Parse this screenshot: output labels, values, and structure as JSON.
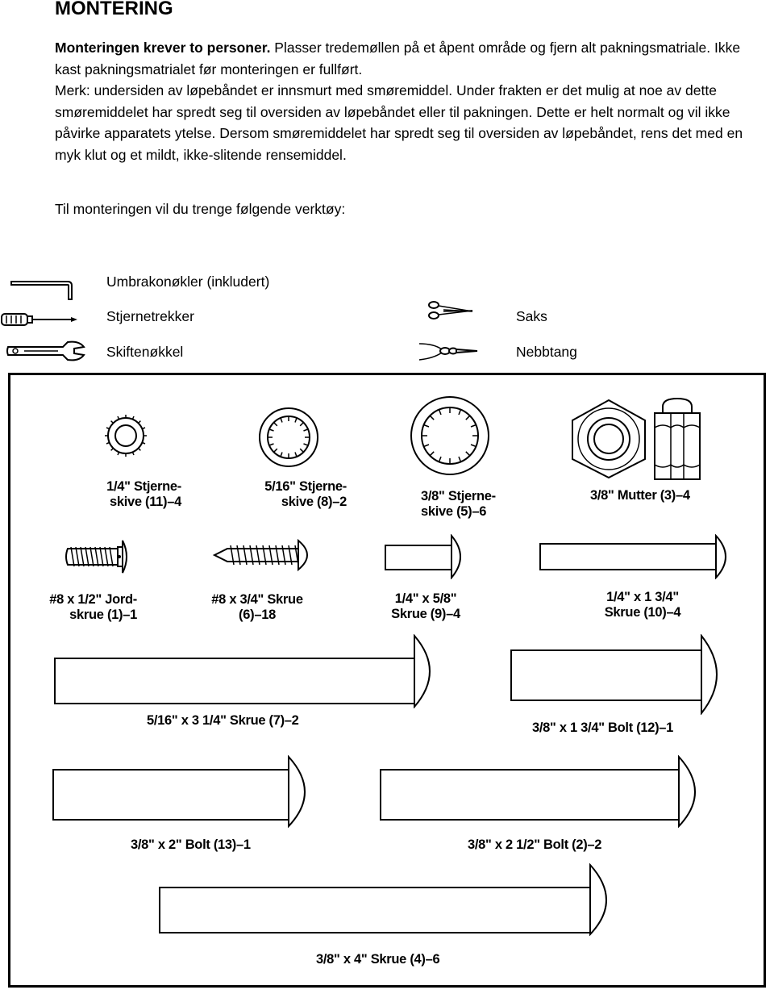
{
  "page_title": "MONTERING",
  "intro": {
    "bold_lead": "Monteringen krever to personer.",
    "line1_rest": " Plasser tredemøllen på et åpent område og fjern alt pakningsmatriale. Ikke kast pakningsmatrialet før monteringen er fullført.",
    "paragraph2": "Merk: undersiden av løpebåndet er innsmurt med smøremiddel. Under frakten er det mulig at noe av dette smøremiddelet har spredt seg til oversiden av løpebåndet eller til pakningen. Dette er helt normalt og vil ikke påvirke apparatets ytelse. Dersom smøremiddelet har spredt seg til oversiden av løpebåndet, rens det med en myk klut og et mildt, ikke-slitende rensemiddel."
  },
  "tools_title": "Til monteringen vil du trenge følgende verktøy:",
  "tools": {
    "allen_key": "Umbrakonøkler (inkludert)",
    "screwdriver": "Stjernetrekker",
    "wrench": "Skiftenøkkel",
    "scissors": "Saks",
    "pliers": "Nebbtang"
  },
  "parts": {
    "washer_14": "1/4\" Stjerne-\nskive (11)–4",
    "washer_516": "5/16\" Stjerne-\nskive (8)–2",
    "washer_38": "3/8\" Stjerne-\nskive (5)–6",
    "nut_38": "3/8\" Mutter (3)–4",
    "screw_8_12": "#8 x 1/2\" Jord-\nskrue  (1)–1",
    "screw_8_34": "#8 x 3/4\" Skrue\n(6)–18",
    "screw_14_58": "1/4\" x 5/8\"\nSkrue  (9)–4",
    "screw_14_134": "1/4\" x 1 3/4\"\nSkrue  (10)–4",
    "screw_516_314": "5/16\" x 3 1/4\" Skrue  (7)–2",
    "bolt_38_134": "3/8\" x 1 3/4\" Bolt (12)–1",
    "bolt_38_2": "3/8\" x 2\" Bolt (13)–1",
    "bolt_38_212": "3/8\" x 2 1/2\" Bolt (2)–2",
    "screw_38_4": "3/8\" x 4\" Skrue  (4)–6"
  }
}
